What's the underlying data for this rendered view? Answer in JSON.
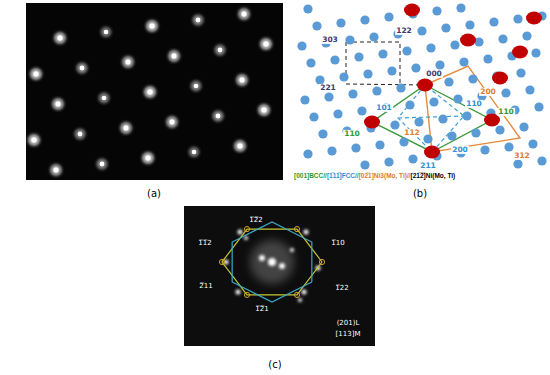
{
  "diagram": {
    "labels": [
      "(a)",
      "(b)",
      "(c)",
      "303",
      "122",
      "221",
      "000",
      "200",
      "110",
      "110",
      "101",
      "110",
      "112",
      "312",
      "211",
      "200",
      "[001]BCC//",
      "[1̅11̅]FCC//",
      "[02̅1]Ni3(Mo, Ti)//",
      "[21̅2̅]Ni(Mo, Ti)",
      "1̅2̅2",
      "1̅1̅2",
      "1̅10",
      "2̅11",
      "1̅22",
      "1̅2̅1",
      "(201)L",
      "[113]M"
    ]
  }
}
